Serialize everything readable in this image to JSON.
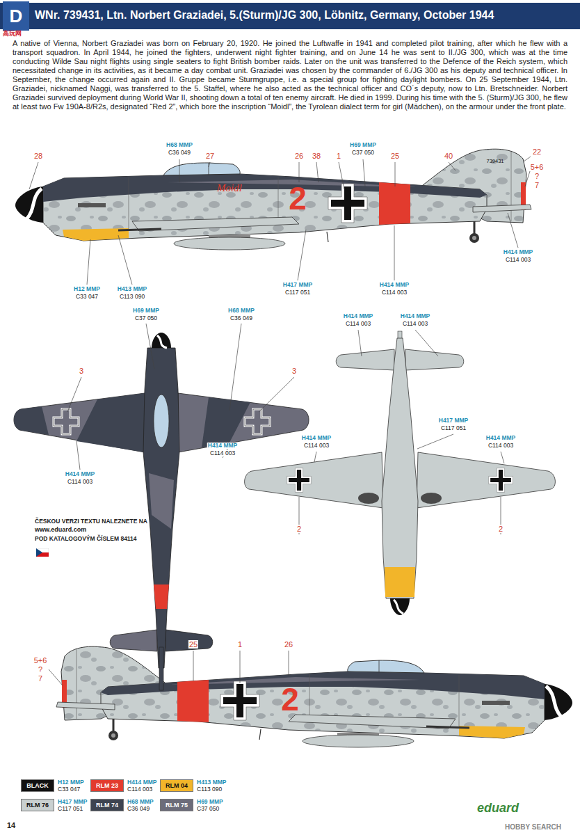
{
  "diagram": {
    "title": "WNr. 739431, Ltn. Norbert Graziadei, 5.(Sturm)/JG 300, Löbnitz, Germany, October 1944",
    "labels": [
      "高玩网",
      "D",
      "A native of Vienna, Norbert Graziadei was born on February 20, 1920. He joined the Luftwaffe in 1941 and completed pilot training, after which he flew with a transport squadron. In April 1944, he joined the fighters, underwent night fighter training, and on June 14 he was sent to II./JG 300, which was at the time conducting Wilde Sau night flights using single seaters to fight British bomber raids. Later on the unit was transferred to the Defence of the Reich system, which necessitated change in its activities, as it became a day combat unit. Graziadei was chosen by the commander of 6./JG 300 as his deputy and technical officer. In September, the change occurred again and II. Gruppe became Sturmgruppe, i.e. a special group for fighting daylight bombers. On 25 September 1944, Ltn. Graziadei, nicknamed Naggi, was transferred to the 5. Staffel, where he also acted as the technical officer and CO´s deputy, now to Ltn. Bretschneider. Norbert Graziadei survived deployment during World War II, shooting down a total of ten enemy aircraft. He died in 1999. During his time with the 5. (Sturm)/JG 300, he flew at least two Fw 190A-8/R2s, designated “Red 2”, which bore the inscription “Moidl”, the Tyrolean dialect term for girl (Mädchen), on the armour under the front plate.",
      "28",
      "H68 MMP",
      "C36 049",
      "27",
      "26",
      "38",
      "1",
      "H69 MMP",
      "C37 050",
      "25",
      "40",
      "739431",
      "22",
      "5+6",
      "?",
      "7",
      "H414 MMP",
      "C114 003",
      "H12 MMP",
      "C33 047",
      "H413 MMP",
      "C113 090",
      "H417 MMP",
      "C117 051",
      "H414 MMP",
      "C114 003",
      "2",
      "Moidl",
      "H69 MMP",
      "C37 050",
      "H68 MMP",
      "C36 049",
      "3",
      "3",
      "H414 MMP",
      "C114 003",
      "H414 MMP",
      "C114 003",
      "ČESKOU VERZI TEXTU NALEZNETE NA",
      "www.eduard.com",
      "POD KATALOGOVÝM ČÍSLEM 84114",
      "H414 MMP",
      "C114 003",
      "H414 MMP",
      "C114 003",
      "H417 MMP",
      "C117 051",
      "H414 MMP",
      "C114 003",
      "H414 MMP",
      "C114 003",
      "2",
      "2",
      "25",
      "1",
      "26",
      "5+6",
      "?",
      "7",
      "2",
      "H12 MMP",
      "C33 047",
      "H414 MMP",
      "C114 003",
      "H413 MMP",
      "C113 090",
      "H417 MMP",
      "C117 051",
      "H68 MMP",
      "C36 049",
      "H69 MMP",
      "C37 050",
      "14",
      "eduard",
      "HOBBY SEARCH"
    ],
    "legend": [
      {
        "text": "BLACK",
        "color": "#111111"
      },
      {
        "text": "RLM 23",
        "color": "#e23b2e"
      },
      {
        "text": "RLM 04",
        "color": "#f2b52a"
      },
      {
        "text": "RLM 76",
        "color": "#c9d0d0"
      },
      {
        "text": "RLM 74",
        "color": "#3e4451"
      },
      {
        "text": "RLM 75",
        "color": "#6c6c7a"
      }
    ]
  }
}
